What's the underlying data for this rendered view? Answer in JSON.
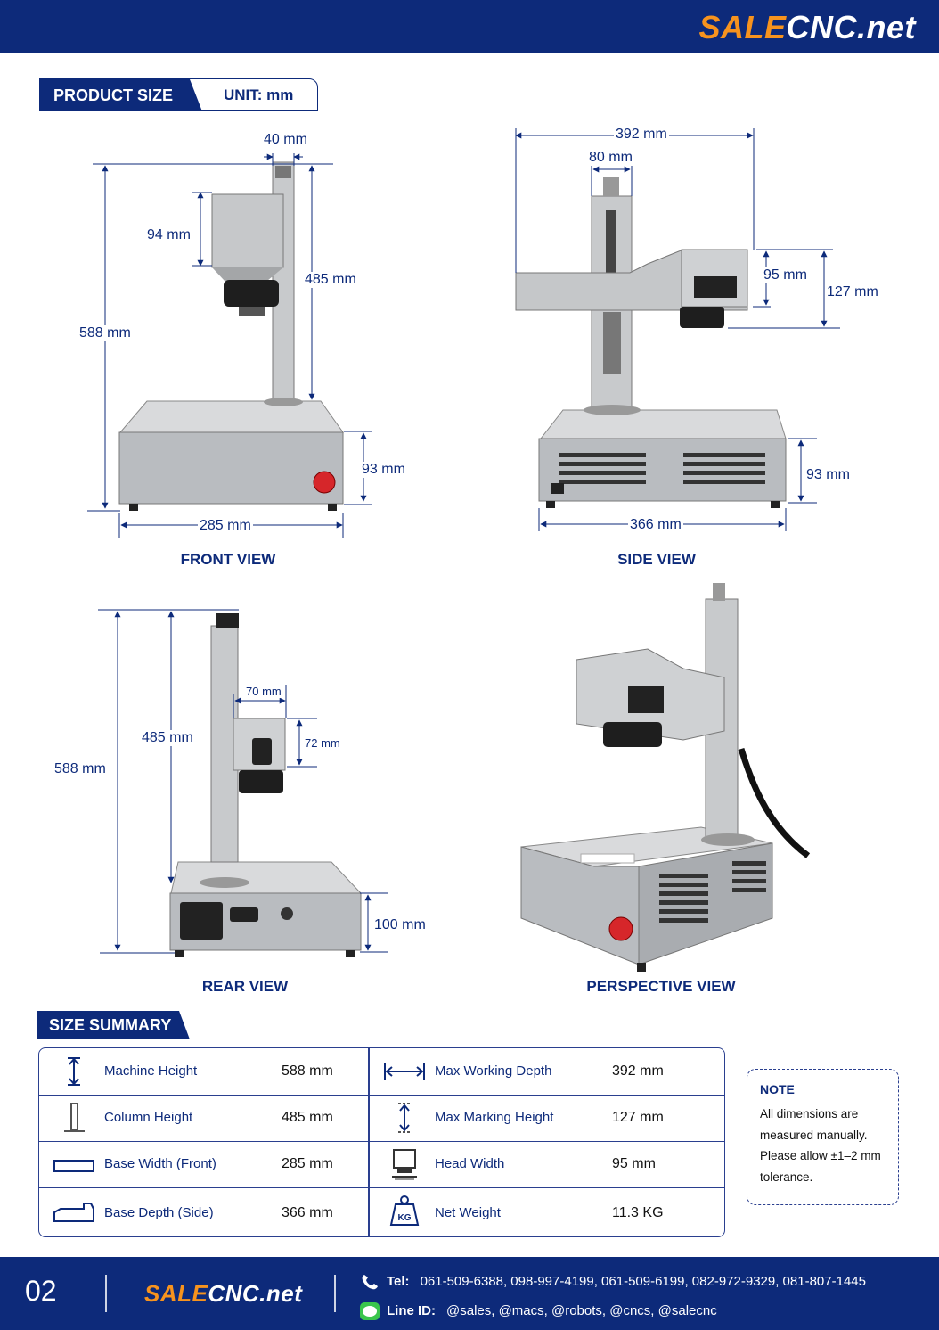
{
  "brand": {
    "logo_part1": "SALE",
    "logo_part2": "CNC.net"
  },
  "header": {
    "product_size_label": "PRODUCT SIZE",
    "unit_label": "UNIT: mm"
  },
  "views": {
    "front": {
      "title": "FRONT VIEW",
      "dims": [
        "40 mm",
        "94 mm",
        "485 mm",
        "588 mm",
        "93 mm",
        "285 mm"
      ]
    },
    "side": {
      "title": "SIDE VIEW",
      "dims": [
        "392 mm",
        "80 mm",
        "95 mm",
        "127 mm",
        "93 mm",
        "366 mm"
      ]
    },
    "rear": {
      "title": "REAR VIEW",
      "dims": [
        "70 mm",
        "72 mm",
        "485 mm",
        "588 mm",
        "100 mm"
      ]
    },
    "perspective": {
      "title": "PERSPECTIVE VIEW"
    }
  },
  "summary": {
    "title": "SIZE SUMMARY",
    "rows": [
      {
        "icon": "height-arrow-icon",
        "label": "Machine Height",
        "value": "588 mm"
      },
      {
        "icon": "column-icon",
        "label": "Column Height",
        "value": "485 mm"
      },
      {
        "icon": "base-width-icon",
        "label": "Base Width (Front)",
        "value": "285 mm"
      },
      {
        "icon": "base-depth-icon",
        "label": "Base Depth (Side)",
        "value": "366 mm"
      },
      {
        "icon": "width-arrow-icon",
        "label": "Max Working Depth",
        "value": "392 mm"
      },
      {
        "icon": "marking-height-icon",
        "label": "Max Marking Height",
        "value": "127 mm"
      },
      {
        "icon": "laser-head-icon",
        "label": "Head Width",
        "value": "95 mm"
      },
      {
        "icon": "weight-icon",
        "label": "Net Weight",
        "value": "11.3 KG",
        "icon_text": "KG"
      }
    ]
  },
  "note": {
    "title": "NOTE",
    "text": "All dimensions are measured manually. Please allow ±1–2 mm tolerance."
  },
  "footer": {
    "page_number": "02",
    "tel_label": "Tel:",
    "tel_numbers": "061-509-6388,  098-997-4199,  061-509-6199,  082-972-9329,  081-807-1445",
    "line_label": "Line ID:",
    "line_ids": "@sales,  @macs,  @robots,  @cncs,  @salecnc"
  },
  "colors": {
    "brand_blue": "#0d2a7a",
    "brand_orange": "#f7931e",
    "machine_gray": "#b9bcc0"
  }
}
